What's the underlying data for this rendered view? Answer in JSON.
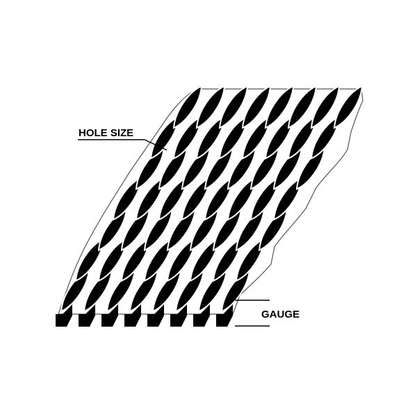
{
  "diagram": {
    "labels": {
      "hole_size": "HOLE SIZE",
      "gauge": "GAUGE"
    },
    "mesh": {
      "columns": 8,
      "rows": 7,
      "hole_color": "#000000",
      "strand_color": "#ffffff",
      "outline_color": "#555555"
    }
  }
}
